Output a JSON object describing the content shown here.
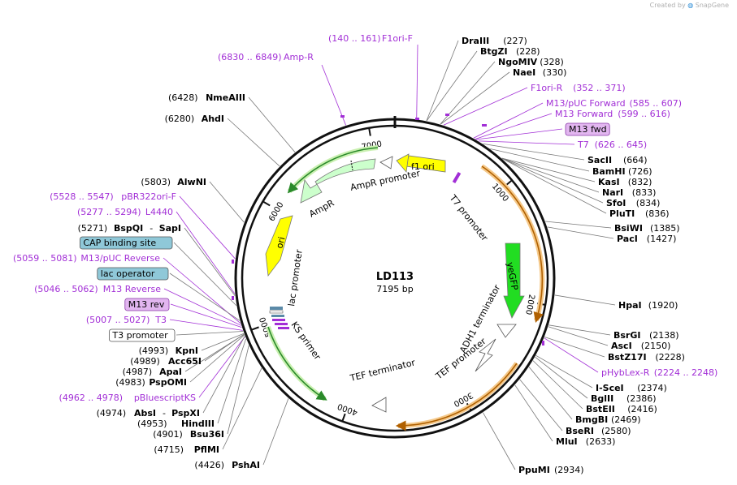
{
  "credit": {
    "prefix": "Created by",
    "brand": "SnapGene"
  },
  "plasmid": {
    "name": "LD113",
    "size": "7195 bp",
    "length": 7195
  },
  "ticks": [
    "1000",
    "2000",
    "3000",
    "4000",
    "5000",
    "6000",
    "7000"
  ],
  "features": [
    {
      "name": "f1 ori",
      "type": "origin",
      "color": "#ffff00"
    },
    {
      "name": "AmpR promoter",
      "type": "promoter",
      "color": "#ffffff"
    },
    {
      "name": "AmpR",
      "type": "cds",
      "color": "#ccffcc"
    },
    {
      "name": "ori",
      "type": "origin",
      "color": "#ffff00"
    },
    {
      "name": "lac promoter",
      "type": "promoter",
      "color": "#ffffff"
    },
    {
      "name": "KS primer",
      "type": "primer",
      "color": "#a22fd6"
    },
    {
      "name": "T7 promoter",
      "type": "promoter",
      "color": "#ffffff"
    },
    {
      "name": "yeGFP",
      "type": "cds",
      "color": "#22dd22"
    },
    {
      "name": "ADH1 terminator",
      "type": "terminator",
      "color": "#ffffff"
    },
    {
      "name": "TEF promoter",
      "type": "promoter",
      "color": "#ffffff"
    },
    {
      "name": "TEF terminator",
      "type": "terminator",
      "color": "#ffffff"
    }
  ],
  "right_labels": [
    {
      "name": "DraIII",
      "pos": "(227)",
      "kind": "enzyme"
    },
    {
      "name": "BtgZI",
      "pos": "(228)",
      "kind": "enzyme"
    },
    {
      "name": "NgoMIV",
      "pos": "(328)",
      "kind": "enzyme"
    },
    {
      "name": "NaeI",
      "pos": "(330)",
      "kind": "enzyme"
    },
    {
      "name": "F1ori-R",
      "pos": "(352 .. 371)",
      "kind": "primer"
    },
    {
      "name": "M13/pUC Forward",
      "pos": "(585 .. 607)",
      "kind": "primer"
    },
    {
      "name": "M13 Forward",
      "pos": "(599 .. 616)",
      "kind": "primer"
    },
    {
      "name": "M13 fwd",
      "pos": "",
      "kind": "boxed-primer"
    },
    {
      "name": "T7",
      "pos": "(626 .. 645)",
      "kind": "primer"
    },
    {
      "name": "SacII",
      "pos": "(664)",
      "kind": "enzyme"
    },
    {
      "name": "BamHI",
      "pos": "(726)",
      "kind": "enzyme"
    },
    {
      "name": "KasI",
      "pos": "(832)",
      "kind": "enzyme"
    },
    {
      "name": "NarI",
      "pos": "(833)",
      "kind": "enzyme"
    },
    {
      "name": "SfoI",
      "pos": "(834)",
      "kind": "enzyme"
    },
    {
      "name": "PluTI",
      "pos": "(836)",
      "kind": "enzyme"
    },
    {
      "name": "BsiWI",
      "pos": "(1385)",
      "kind": "enzyme"
    },
    {
      "name": "PacI",
      "pos": "(1427)",
      "kind": "enzyme"
    },
    {
      "name": "HpaI",
      "pos": "(1920)",
      "kind": "enzyme"
    },
    {
      "name": "BsrGI",
      "pos": "(2138)",
      "kind": "enzyme"
    },
    {
      "name": "AscI",
      "pos": "(2150)",
      "kind": "enzyme"
    },
    {
      "name": "BstZ17I",
      "pos": "(2228)",
      "kind": "enzyme"
    },
    {
      "name": "pHybLex-R",
      "pos": "(2224 .. 2248)",
      "kind": "primer"
    },
    {
      "name": "I-SceI",
      "pos": "(2374)",
      "kind": "enzyme"
    },
    {
      "name": "BglII",
      "pos": "(2386)",
      "kind": "enzyme"
    },
    {
      "name": "BstEII",
      "pos": "(2416)",
      "kind": "enzyme"
    },
    {
      "name": "BmgBI",
      "pos": "(2469)",
      "kind": "enzyme"
    },
    {
      "name": "BseRI",
      "pos": "(2580)",
      "kind": "enzyme"
    },
    {
      "name": "MluI",
      "pos": "(2633)",
      "kind": "enzyme"
    },
    {
      "name": "PpuMI",
      "pos": "(2934)",
      "kind": "enzyme"
    }
  ],
  "left_labels": [
    {
      "name": "F1ori-F",
      "pos": "(140 .. 161)",
      "kind": "primer"
    },
    {
      "name": "Amp-R",
      "pos": "(6830 .. 6849)",
      "kind": "primer"
    },
    {
      "name": "NmeAIII",
      "pos": "(6428)",
      "kind": "enzyme"
    },
    {
      "name": "AhdI",
      "pos": "(6280)",
      "kind": "enzyme"
    },
    {
      "name": "AlwNI",
      "pos": "(5803)",
      "kind": "enzyme"
    },
    {
      "name": "pBR322ori-F",
      "pos": "(5528 .. 5547)",
      "kind": "primer"
    },
    {
      "name": "L4440",
      "pos": "(5277 .. 5294)",
      "kind": "primer"
    },
    {
      "name": "BspQI",
      "name2": "SapI",
      "pos": "(5271)",
      "kind": "enzyme2"
    },
    {
      "name": "CAP binding site",
      "pos": "",
      "kind": "boxed-feature"
    },
    {
      "name": "M13/pUC Reverse",
      "pos": "(5059 .. 5081)",
      "kind": "primer"
    },
    {
      "name": "lac operator",
      "pos": "",
      "kind": "boxed-feature"
    },
    {
      "name": "M13 Reverse",
      "pos": "(5046 .. 5062)",
      "kind": "primer"
    },
    {
      "name": "M13 rev",
      "pos": "",
      "kind": "boxed-primer"
    },
    {
      "name": "T3",
      "pos": "(5007 .. 5027)",
      "kind": "primer"
    },
    {
      "name": "T3 promoter",
      "pos": "",
      "kind": "boxed-plain"
    },
    {
      "name": "KpnI",
      "pos": "(4993)",
      "kind": "enzyme"
    },
    {
      "name": "Acc65I",
      "pos": "(4989)",
      "kind": "enzyme"
    },
    {
      "name": "ApaI",
      "pos": "(4987)",
      "kind": "enzyme"
    },
    {
      "name": "PspOMI",
      "pos": "(4983)",
      "kind": "enzyme"
    },
    {
      "name": "pBluescriptKS",
      "pos": "(4962 .. 4978)",
      "kind": "primer"
    },
    {
      "name": "AbsI",
      "name2": "PspXI",
      "pos": "(4974)",
      "kind": "enzyme2"
    },
    {
      "name": "HindIII",
      "pos": "(4953)",
      "kind": "enzyme"
    },
    {
      "name": "Bsu36I",
      "pos": "(4901)",
      "kind": "enzyme"
    },
    {
      "name": "PflMI",
      "pos": "(4715)",
      "kind": "enzyme"
    },
    {
      "name": "PshAI",
      "pos": "(4426)",
      "kind": "enzyme"
    }
  ],
  "colors": {
    "primer": "#a22fd6",
    "enzyme": "#000000",
    "cap_box": "#8fc8d8",
    "primer_box": "#e2b6f0"
  }
}
